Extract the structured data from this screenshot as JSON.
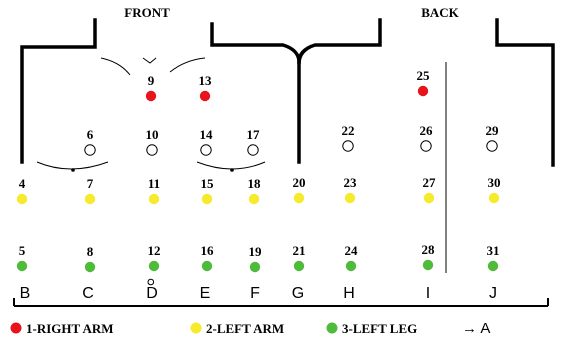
{
  "titles": {
    "front": "FRONT",
    "back": "BACK"
  },
  "colors": {
    "red": "#e8141b",
    "yellow": "#f5ea2b",
    "green": "#4fbb3a",
    "empty": "#ffffff"
  },
  "points": [
    {
      "n": "9",
      "kind": "red"
    },
    {
      "n": "13",
      "kind": "red"
    },
    {
      "n": "25",
      "kind": "red"
    },
    {
      "n": "6",
      "kind": "empty"
    },
    {
      "n": "10",
      "kind": "empty"
    },
    {
      "n": "14",
      "kind": "empty"
    },
    {
      "n": "17",
      "kind": "empty"
    },
    {
      "n": "22",
      "kind": "empty"
    },
    {
      "n": "26",
      "kind": "empty"
    },
    {
      "n": "29",
      "kind": "empty"
    },
    {
      "n": "4",
      "kind": "yellow"
    },
    {
      "n": "7",
      "kind": "yellow"
    },
    {
      "n": "11",
      "kind": "yellow"
    },
    {
      "n": "15",
      "kind": "yellow"
    },
    {
      "n": "18",
      "kind": "yellow"
    },
    {
      "n": "20",
      "kind": "yellow"
    },
    {
      "n": "23",
      "kind": "yellow"
    },
    {
      "n": "27",
      "kind": "yellow"
    },
    {
      "n": "30",
      "kind": "yellow"
    },
    {
      "n": "5",
      "kind": "green"
    },
    {
      "n": "8",
      "kind": "green"
    },
    {
      "n": "12",
      "kind": "green"
    },
    {
      "n": "16",
      "kind": "green"
    },
    {
      "n": "19",
      "kind": "green"
    },
    {
      "n": "21",
      "kind": "green"
    },
    {
      "n": "24",
      "kind": "green"
    },
    {
      "n": "28",
      "kind": "green"
    },
    {
      "n": "31",
      "kind": "green"
    }
  ],
  "columns": [
    "B",
    "C",
    "D",
    "E",
    "F",
    "G",
    "H",
    "I",
    "J"
  ],
  "legend": [
    {
      "kind": "red",
      "label": "1-RIGHT ARM"
    },
    {
      "kind": "yellow",
      "label": "2-LEFT ARM"
    },
    {
      "kind": "green",
      "label": "3-LEFT LEG"
    }
  ],
  "arrow_label": "→ A"
}
